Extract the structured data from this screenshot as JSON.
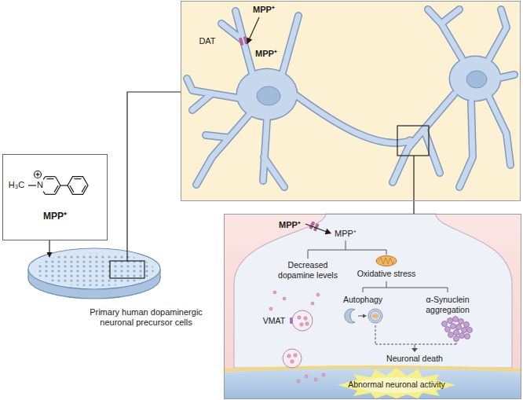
{
  "diagram": {
    "nodes": [
      {
        "text": [
          "MPP⁺"
        ]
      },
      {
        "text": [
          "Primary human dopaminergic neuronal precursor cells"
        ]
      },
      {
        "text": [
          "MPP⁺",
          "DAT",
          "MPP⁺"
        ]
      },
      {
        "text": [
          "MPP⁺",
          "MPP⁺",
          "Decreased dopamine levels",
          "Oxidative stress",
          "Autophagy",
          "α-Synuclein aggregation",
          "VMAT",
          "Neuronal death",
          "Abnormal neuronal activity"
        ]
      }
    ],
    "edges": [
      {
        "from": 0,
        "to": 1,
        "arrow": "to"
      },
      {
        "from": 1,
        "to": 2,
        "arrow": "none"
      },
      {
        "from": 2,
        "to": 3,
        "arrow": "none"
      }
    ],
    "labels": [
      "H₃C",
      "N"
    ]
  }
}
